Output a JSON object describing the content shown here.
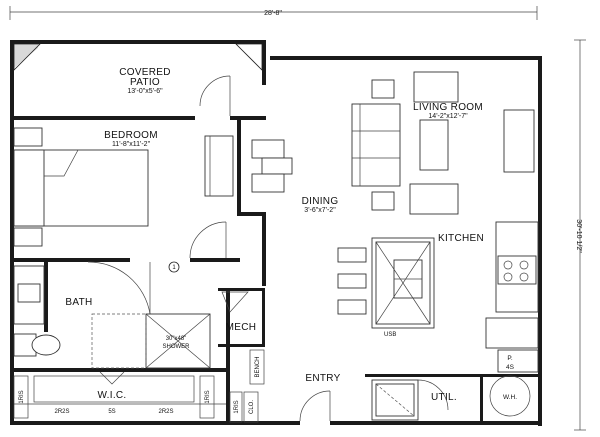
{
  "dimensions": {
    "overall_width": "28'-8\"",
    "overall_depth": "30'-10 1/2\""
  },
  "rooms": {
    "covered_patio": {
      "name_line1": "COVERED",
      "name_line2": "PATIO",
      "size": "13'-0\"x5'-6\""
    },
    "bedroom": {
      "name": "BEDROOM",
      "size": "11'-8\"x11'-2\""
    },
    "living_room": {
      "name": "LIVING ROOM",
      "size": "14'-2\"x12'-7\""
    },
    "dining": {
      "name": "DINING",
      "size": "3'-6\"x7'-2\""
    },
    "kitchen": {
      "name": "KITCHEN"
    },
    "bath": {
      "name": "BATH"
    },
    "mech": {
      "name": "MECH"
    },
    "shower": {
      "size": "30\"x48\"",
      "name": "SHOWER"
    },
    "wic": {
      "name": "W.I.C."
    },
    "entry": {
      "name": "ENTRY"
    },
    "util": {
      "name": "UTIL."
    },
    "wh": {
      "name": "W.H."
    }
  },
  "labels": {
    "bench": "BENCH",
    "closet": "CLO.",
    "usb": "USB",
    "pantry_p": "P.",
    "pantry_4s": "4S",
    "marker_1": "1",
    "shelf_1ris_a": "1RIS",
    "shelf_1ris_b": "1RIS",
    "shelf_1ris_c": "1RIS",
    "shelf_2r2s_a": "2R2S",
    "shelf_5s": "5S",
    "shelf_2r2s_b": "2R2S"
  }
}
